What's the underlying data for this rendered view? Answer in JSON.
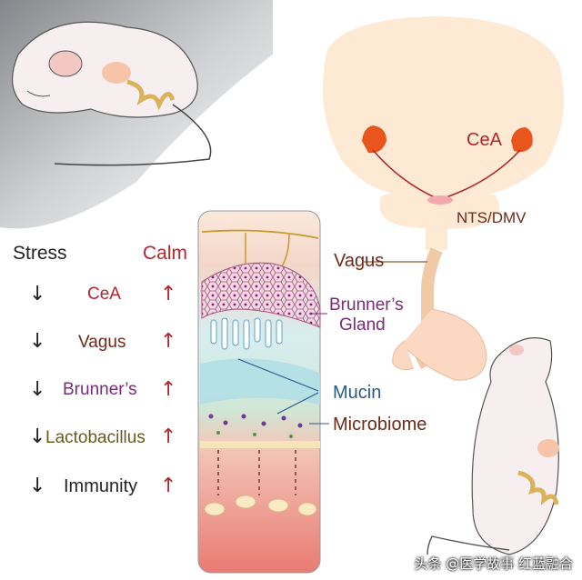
{
  "labels": {
    "cea_brain": "CeA",
    "nts_dmv": "NTS/DMV",
    "vagus": "Vagus",
    "brunners_gland": [
      "Brunner’s",
      "Gland"
    ],
    "mucin": "Mucin",
    "microbiome": "Microbiome"
  },
  "table": {
    "header_left": "Stress",
    "header_right": "Calm",
    "rows": [
      {
        "label": "CeA",
        "down": "↓",
        "up": "↑",
        "color": "#b3262c"
      },
      {
        "label": "Vagus",
        "down": "↓",
        "up": "↑",
        "color": "#6b2a1c"
      },
      {
        "label": "Brunner’s",
        "down": "↓",
        "up": "↑",
        "color": "#7a2a7a"
      },
      {
        "label": "Lactobacillus",
        "down": "↓",
        "up": "↑",
        "color": "#6b5a1a"
      },
      {
        "label": "Immunity",
        "down": "↓",
        "up": "↑",
        "color": "#222222"
      }
    ]
  },
  "watermark": "头条 @医学故事 红蓝融合",
  "colors": {
    "cea": "#e8561e",
    "vagus_line": "#8a5a2a",
    "mucin": "#2a5a8a",
    "brunner": "#7a2a7a",
    "calm": "#b3262c"
  }
}
